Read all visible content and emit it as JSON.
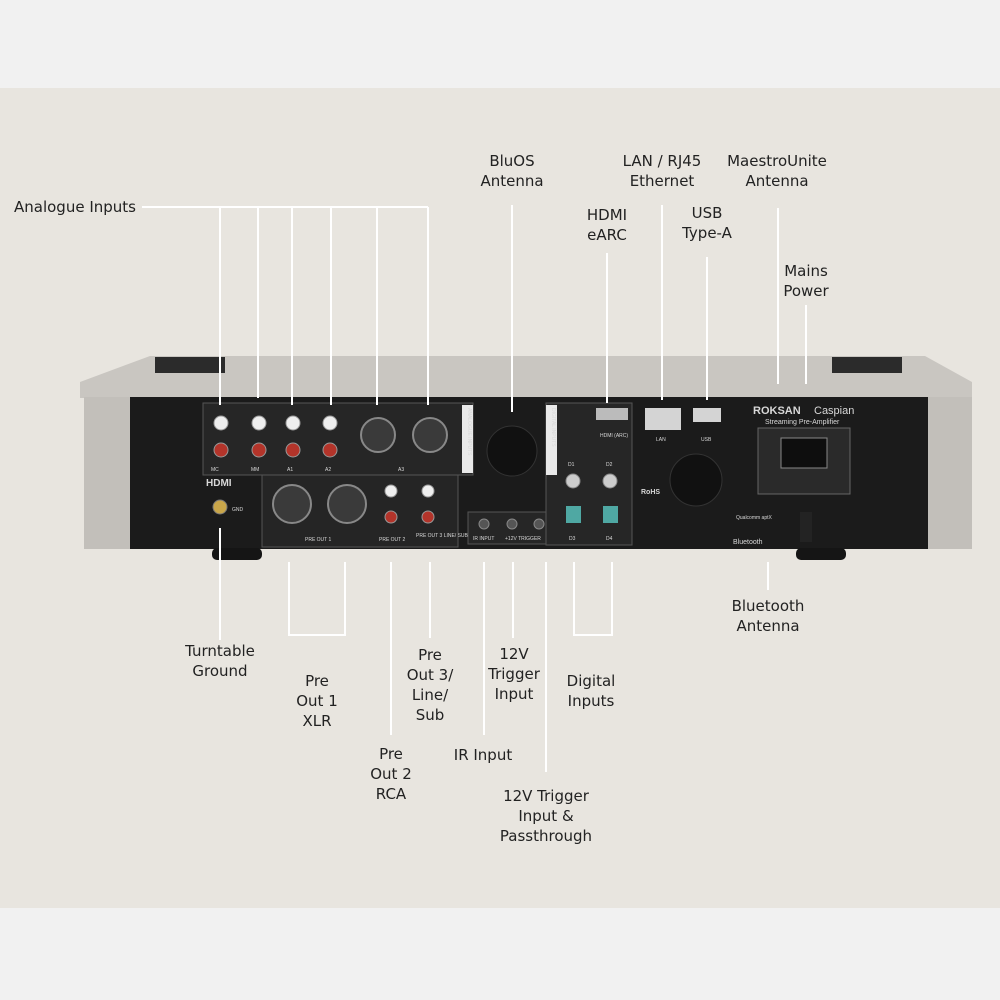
{
  "diagram": {
    "callouts": {
      "analogue_inputs": "Analogue Inputs",
      "bluos_antenna": "BluOS\nAntenna",
      "lan": "LAN / RJ45\nEthernet",
      "maestro": "MaestroUnite\nAntenna",
      "hdmi": "HDMI\neARC",
      "usb": "USB\nType-A",
      "mains": "Mains\nPower",
      "turntable": "Turntable\nGround",
      "preout1": "Pre\nOut 1\nXLR",
      "preout3": "Pre\nOut 3/\nLine/\nSub",
      "trigger_in": "12V\nTrigger\nInput",
      "digital_inputs": "Digital\nInputs",
      "bluetooth": "Bluetooth\nAntenna",
      "preout2": "Pre\nOut 2\nRCA",
      "ir_input": "IR Input",
      "trigger_pass": "12V Trigger\nInput &\nPassthrough"
    },
    "device": {
      "brand": "ROKSAN",
      "model": "Caspian",
      "subtitle": "Streaming Pre-Amplifier",
      "hdmi_logo": "HDMI",
      "gnd": "GND",
      "analogue_group": "ANALOGUE INPUTS",
      "digital_group": "DIGITAL INPUTS",
      "in_mc": "MC",
      "in_mm": "MM",
      "in_a1": "A1",
      "in_a2": "A2",
      "in_a3": "A3",
      "pre_out_1": "PRE OUT 1",
      "pre_out_2": "PRE OUT 2",
      "pre_out_3": "PRE OUT 3\nLINE/ SUB",
      "ir_input": "IR INPUT",
      "trigger": "+12V TRIGGER",
      "hdmi_arc": "HDMI\n(ARC)",
      "lan": "LAN",
      "usb": "USB",
      "d1": "D1",
      "d2": "D2",
      "d3": "D3",
      "d4": "D4",
      "rohs": "RoHS",
      "bluetooth": "Bluetooth",
      "qualcomm": "Qualcomm\naptX"
    }
  }
}
